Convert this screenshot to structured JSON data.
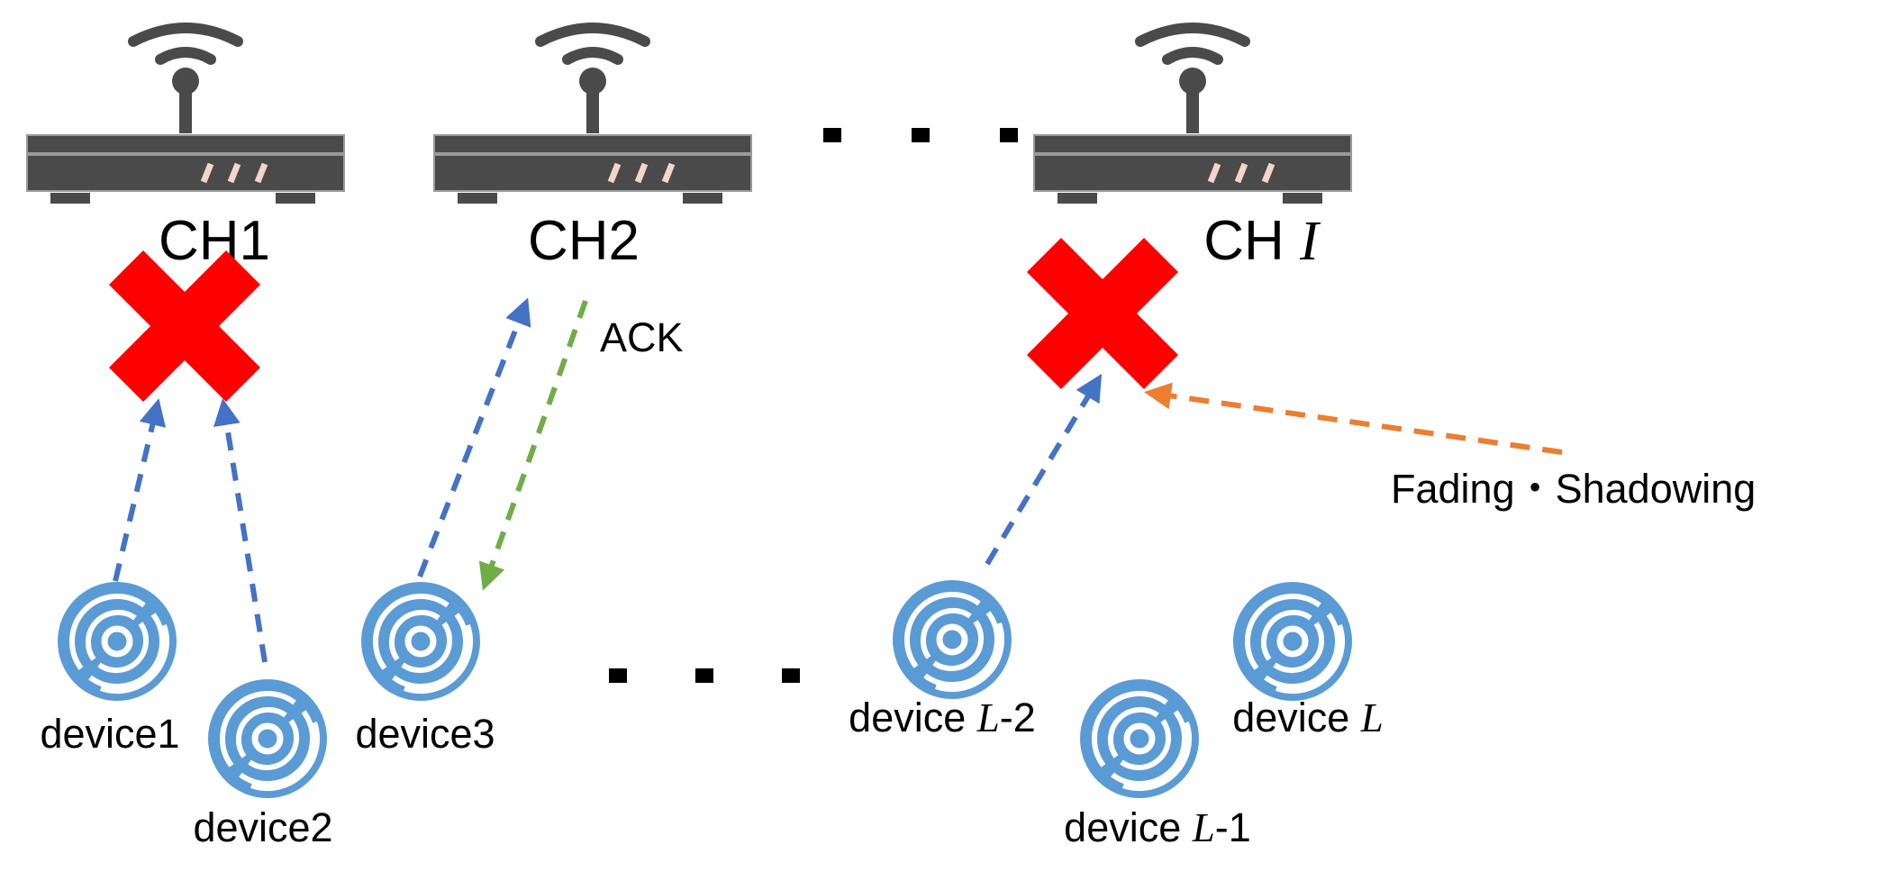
{
  "channels": [
    {
      "name": "CH1",
      "var": ""
    },
    {
      "name": "CH2",
      "var": ""
    },
    {
      "name": "CH ",
      "var": "I"
    }
  ],
  "devices": [
    {
      "name": "device1",
      "var": "",
      "suffix": ""
    },
    {
      "name": "device2",
      "var": "",
      "suffix": ""
    },
    {
      "name": "device3",
      "var": "",
      "suffix": ""
    },
    {
      "name": "device ",
      "var": "L",
      "suffix": "-2"
    },
    {
      "name": "device ",
      "var": "L",
      "suffix": "-1"
    },
    {
      "name": "device ",
      "var": "L",
      "suffix": ""
    }
  ],
  "labels": {
    "ack": "ACK",
    "fading": "Fading・Shadowing"
  },
  "colors": {
    "router": "#4a4a4a",
    "device": "#5b9bd5",
    "uplink": "#4472c4",
    "ack": "#70ad47",
    "interference": "#ed7d31",
    "collision": "#ff0000"
  },
  "icons": {
    "router": "router-icon",
    "device": "wireless-device-icon",
    "collision": "collision-x-icon",
    "ellipsis": "ellipsis-dots"
  }
}
